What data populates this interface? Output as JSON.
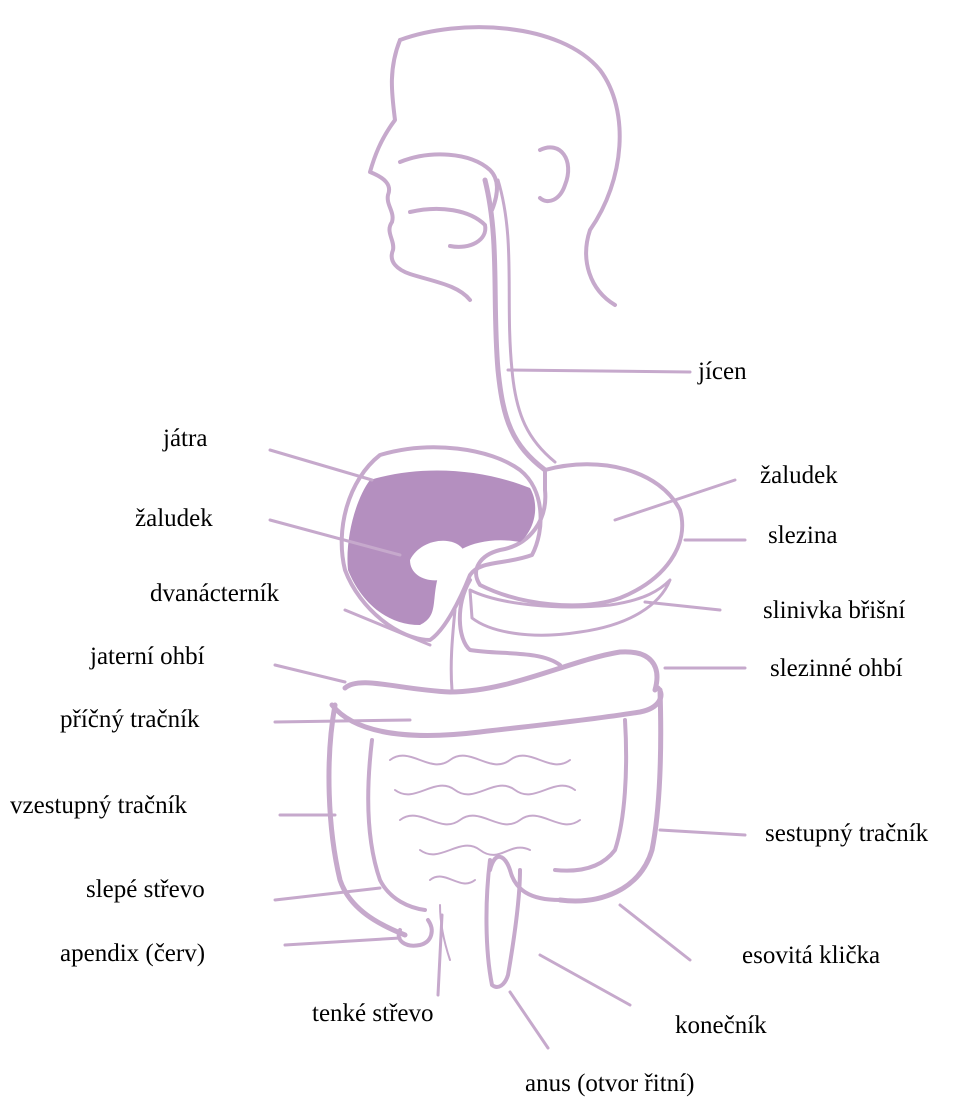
{
  "colors": {
    "line": "#c6a9cc",
    "dark_fill": "#b48fbf",
    "text": "#000000",
    "background": "#ffffff"
  },
  "labels": {
    "jicen": "jícen",
    "jatra": "játra",
    "zaludek_left": "žaludek",
    "zaludek_right": "žaludek",
    "slezina": "slezina",
    "dvanacternik": "dvanácterník",
    "slinivka": "slinivka břišní",
    "jaterni_ohbi": "jaterní ohbí",
    "slezinne_ohbi": "slezinné ohbí",
    "pricny": "příčný tračník",
    "vzestupny": "vzestupný tračník",
    "sestupny": "sestupný tračník",
    "slepe": "slepé střevo",
    "apendix": "apendix (červ)",
    "esovita": "esovitá klička",
    "tenke": "tenké střevo",
    "konecnik": "konečník",
    "anus": "anus (otvor řitní)"
  }
}
